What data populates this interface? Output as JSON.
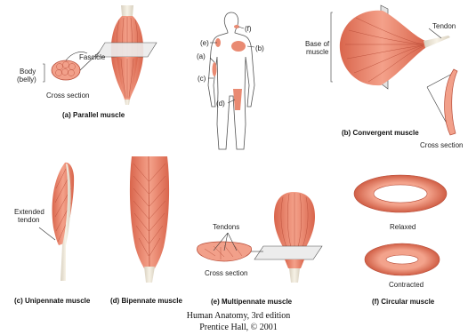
{
  "colors": {
    "muscle": "#e98a72",
    "muscle_dark": "#c2553f",
    "tendon": "#ede6d6",
    "plane": "#ececec",
    "text": "#222222"
  },
  "panels": {
    "parallel": {
      "caption": "(a) Parallel muscle",
      "fascicle_label": "Fascicle",
      "body_label_1": "Body",
      "body_label_2": "(belly)",
      "cross_section_label": "Cross section"
    },
    "figure_key": {
      "labels": [
        "(a)",
        "(b)",
        "(c)",
        "(d)",
        "(e)",
        "(f)"
      ]
    },
    "convergent": {
      "caption": "(b) Convergent muscle",
      "tendon_label": "Tendon",
      "base_label_1": "Base of",
      "base_label_2": "muscle",
      "cross_section_label": "Cross section"
    },
    "unipennate": {
      "caption": "(c) Unipennate muscle",
      "tendon_label_1": "Extended",
      "tendon_label_2": "tendon"
    },
    "bipennate": {
      "caption": "(d) Bipennate muscle"
    },
    "multipennate": {
      "caption": "(e) Multipennate muscle",
      "tendons_label": "Tendons",
      "cross_section_label": "Cross section"
    },
    "circular": {
      "caption": "(f) Circular muscle",
      "relaxed_label": "Relaxed",
      "contracted_label": "Contracted"
    }
  },
  "credit": {
    "line1": "Human Anatomy, 3rd edition",
    "line2": "Prentice Hall, © 2001"
  }
}
